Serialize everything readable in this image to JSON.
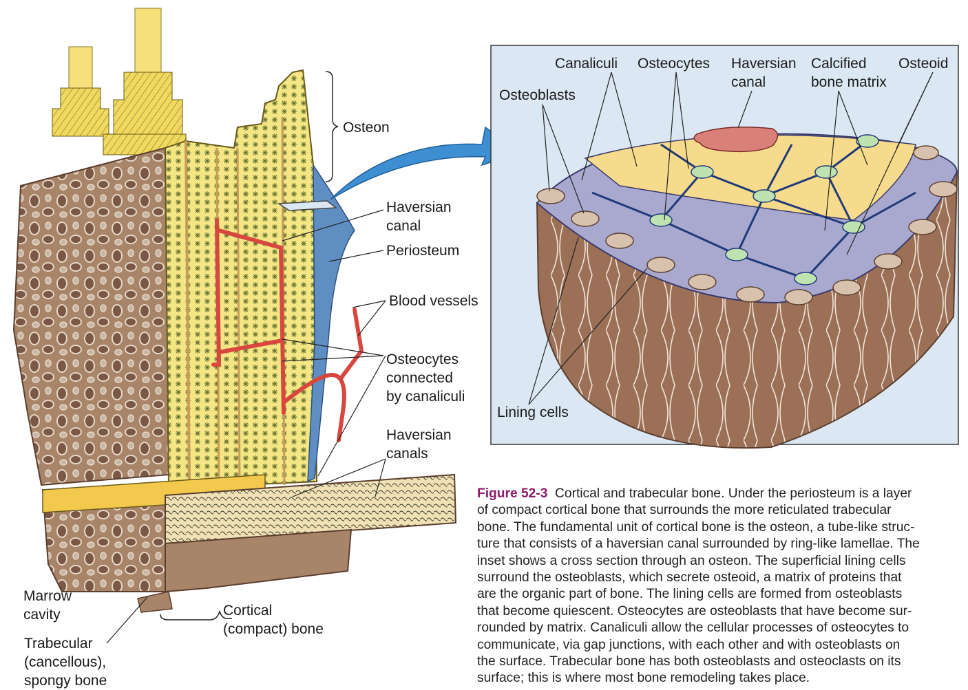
{
  "labels": {
    "osteon": "Osteon",
    "haversian_canal": [
      "Haversian",
      "canal"
    ],
    "periosteum": "Periosteum",
    "blood_vessels": "Blood vessels",
    "osteocytes_connected": [
      "Osteocytes",
      "connected",
      "by canaliculi"
    ],
    "haversian_canals": [
      "Haversian",
      "canals"
    ],
    "marrow_cavity": [
      "Marrow",
      "cavity"
    ],
    "cortical_bone": [
      "Cortical",
      "(compact) bone"
    ],
    "trabecular_bone": [
      "Trabecular",
      "(cancellous),",
      "spongy bone"
    ]
  },
  "inset": {
    "canaliculi": "Canaliculi",
    "osteocytes": "Osteocytes",
    "haversian_canal": [
      "Haversian",
      "canal"
    ],
    "calcified_matrix": [
      "Calcified",
      "bone matrix"
    ],
    "osteoid": "Osteoid",
    "osteoblasts": "Osteoblasts",
    "lining_cells": "Lining cells"
  },
  "caption": {
    "figure_number": "Figure 52-3",
    "lines": [
      "Cortical and trabecular bone. Under the periosteum is a layer",
      "of compact cortical bone that surrounds the more reticulated trabecular",
      "bone. The fundamental unit of cortical bone is the osteon, a tube-like struc-",
      "ture that consists of a haversian canal surrounded by ring-like lamellae. The",
      "inset shows a cross section through an osteon. The superficial lining cells",
      "surround the osteoblasts, which secrete osteoid, a matrix of proteins that",
      "are the organic part of bone. The lining cells are formed from osteoblasts",
      "that become quiescent. Osteocytes are osteoblasts that have become sur-",
      "rounded by matrix. Canaliculi allow the cellular processes of osteocytes to",
      "communicate, via gap junctions, with each other and with osteoblasts on",
      "the surface. Trabecular bone has both osteoblasts and osteoclasts on its",
      "surface; this is where most bone remodeling takes place."
    ]
  },
  "colors": {
    "bone_brown": "#a07c62",
    "compact_yellow": "#f2e27a",
    "vessel_red": "#d8473f",
    "arrow_blue": "#3d8fd1",
    "inset_bg": "#dbe8f3",
    "caption_accent": "#8b1a6b"
  }
}
